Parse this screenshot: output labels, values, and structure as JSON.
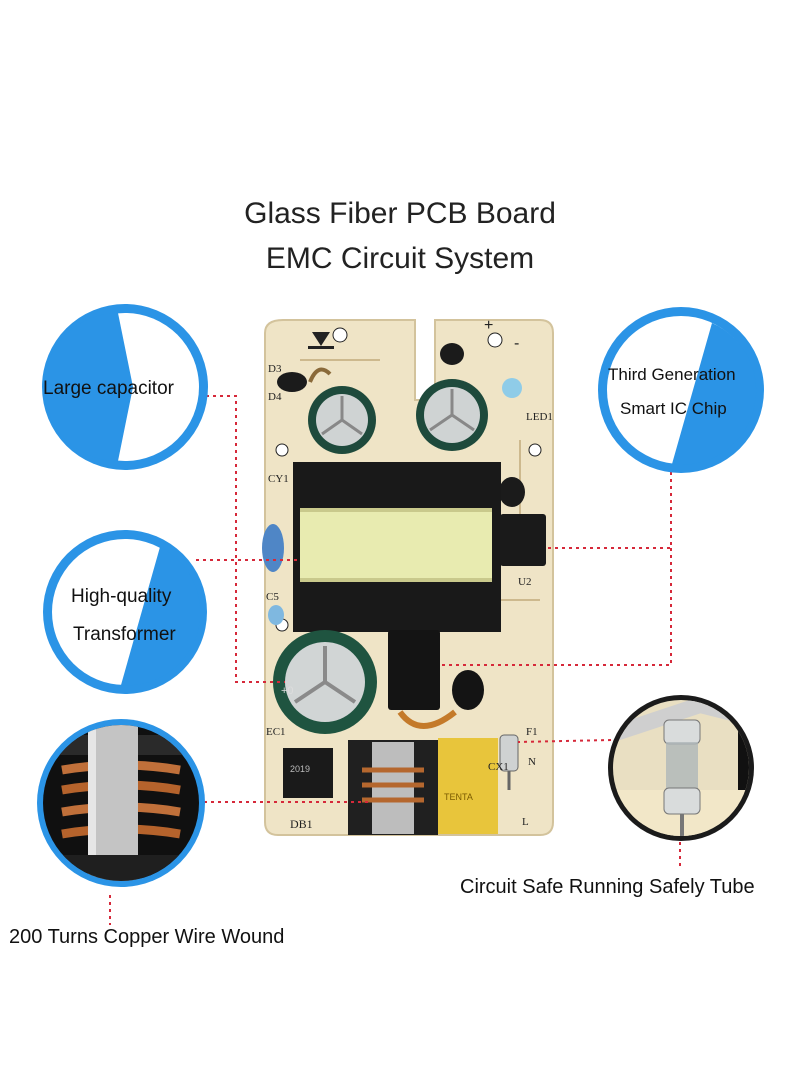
{
  "title": {
    "line1": "Glass Fiber PCB Board",
    "line2": "EMC Circuit System"
  },
  "callouts": {
    "large_capacitor": "Large capacitor",
    "ic_chip_line1": "Third Generation",
    "ic_chip_line2": "Smart  IC Chip",
    "transformer_line1": "High-quality",
    "transformer_line2": "Transformer",
    "copper_wire": "200 Turns Copper Wire Wound",
    "safety_tube": "Circuit Safe Running Safely Tube"
  },
  "pcb_silkscreen": {
    "d3": "D3",
    "d4": "D4",
    "cy1": "CY1",
    "c5": "C5",
    "led1": "LED1",
    "u2": "U2",
    "ec1": "EC1",
    "db1": "DB1",
    "cx1": "CX1",
    "f1": "F1",
    "n": "N",
    "l": "L",
    "plus": "+",
    "minus": "-",
    "cap_plus": "+0",
    "chip_mark": "2019",
    "cx_brand": "TENTA"
  },
  "colors": {
    "accent_blue": "#2b94e6",
    "dash_red": "#d6293a",
    "pcb": "#efe4c6",
    "transformer_yellow": "#e8ebb0"
  }
}
